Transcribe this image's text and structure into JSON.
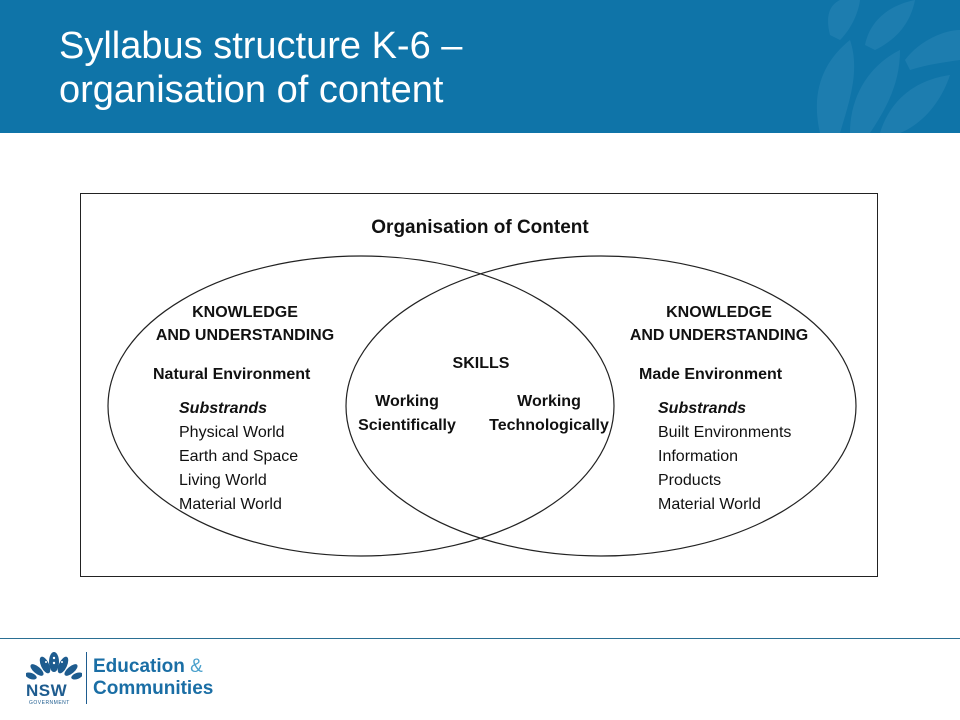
{
  "slide": {
    "title_line1": "Syllabus structure K-6 –",
    "title_line2": "organisation of content"
  },
  "diagram": {
    "heading": "Organisation of Content",
    "left": {
      "heading_line1": "KNOWLEDGE",
      "heading_line2": "AND UNDERSTANDING",
      "environment": "Natural Environment",
      "substrands_label": "Substrands",
      "substrands": [
        "Physical World",
        "Earth and Space",
        "Living World",
        "Material World"
      ]
    },
    "center": {
      "heading": "SKILLS",
      "skill1_line1": "Working",
      "skill1_line2": "Scientifically",
      "skill2_line1": "Working",
      "skill2_line2": "Technologically"
    },
    "right": {
      "heading_line1": "KNOWLEDGE",
      "heading_line2": "AND UNDERSTANDING",
      "environment": "Made Environment",
      "substrands_label": "Substrands",
      "substrands": [
        "Built Environments",
        "Information",
        "Products",
        "Material World"
      ]
    }
  },
  "footer": {
    "logo_nsw": "NSW",
    "logo_government": "GOVERNMENT",
    "org_line1": "Education",
    "org_ampersand": "&",
    "org_line2": "Communities"
  }
}
